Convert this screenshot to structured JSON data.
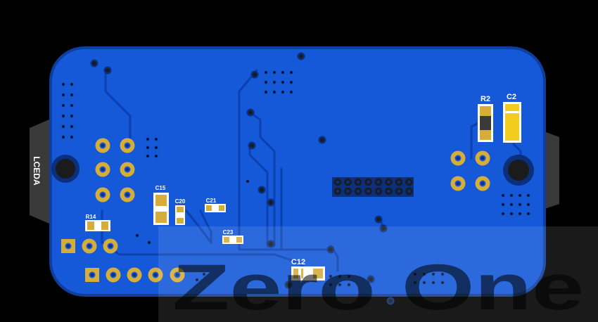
{
  "board": {
    "vertical_label": "LCEDA",
    "watermark": "Zero One",
    "colors": {
      "background": "#000000",
      "board": "#1559d8",
      "board_edge": "#0e3f9e",
      "trace": "#0a40b0",
      "pad_gold": "#d7ad3a",
      "pad_bright": "#f2cc1e",
      "resistor_body": "#3a3a3a",
      "silkscreen": "#ffffff"
    }
  },
  "components": {
    "r2": "R2",
    "c2": "C2",
    "c15": "C15",
    "c20": "C20",
    "c21": "C21",
    "c23": "C23",
    "r14": "R14",
    "c12": "C12"
  }
}
